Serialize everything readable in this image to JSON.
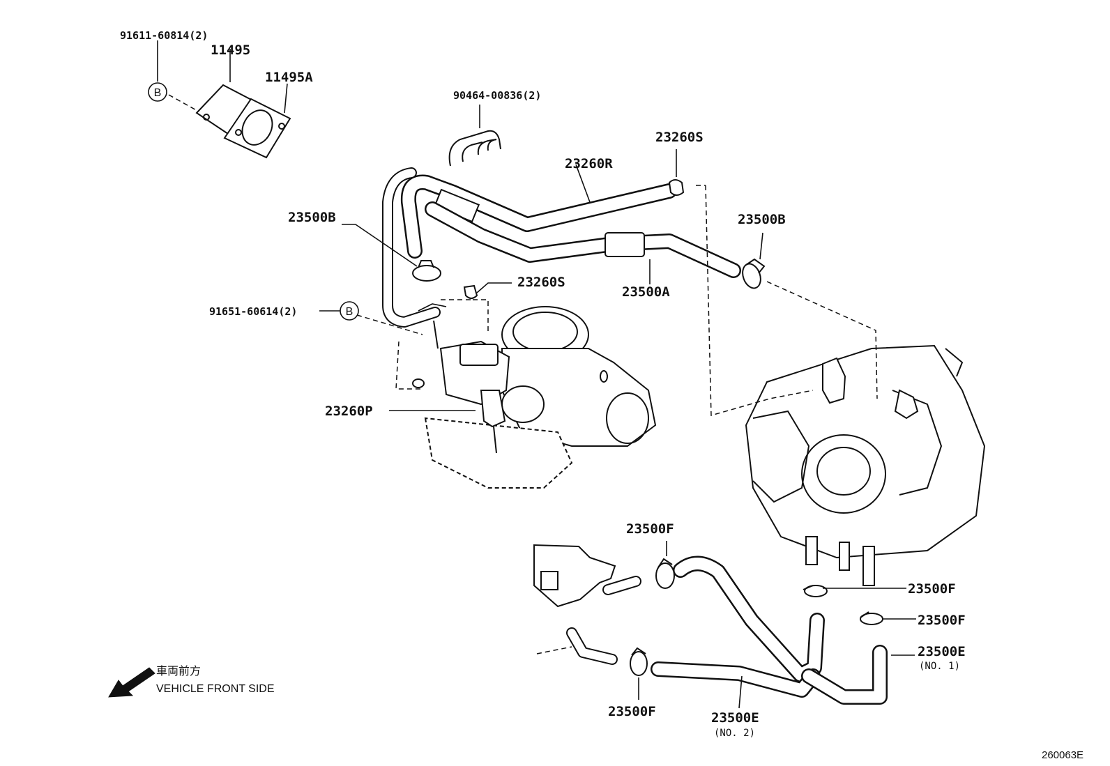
{
  "labels": {
    "l_91611": "91611-60814(2)",
    "l_11495": "11495",
    "l_11495a": "11495A",
    "l_90464": "90464-00836(2)",
    "l_23260s_top": "23260S",
    "l_23260r": "23260R",
    "l_23500b_left": "23500B",
    "l_23500b_right": "23500B",
    "l_23260s_mid": "23260S",
    "l_23500a": "23500A",
    "l_91651": "91651-60614(2)",
    "l_23260p": "23260P",
    "l_23500f_top": "23500F",
    "l_23500f_r1": "23500F",
    "l_23500f_r2": "23500F",
    "l_23500e_r": "23500E",
    "l_23500e_r_sub": "(NO. 1)",
    "l_23500f_bottom": "23500F",
    "l_23500e_b": "23500E",
    "l_23500e_b_sub": "(NO. 2)"
  },
  "callouts": {
    "b_top": "B",
    "b_mid": "B"
  },
  "direction": {
    "jp": "車両前方",
    "en": "VEHICLE FRONT SIDE"
  },
  "drawing_code": "260063E"
}
